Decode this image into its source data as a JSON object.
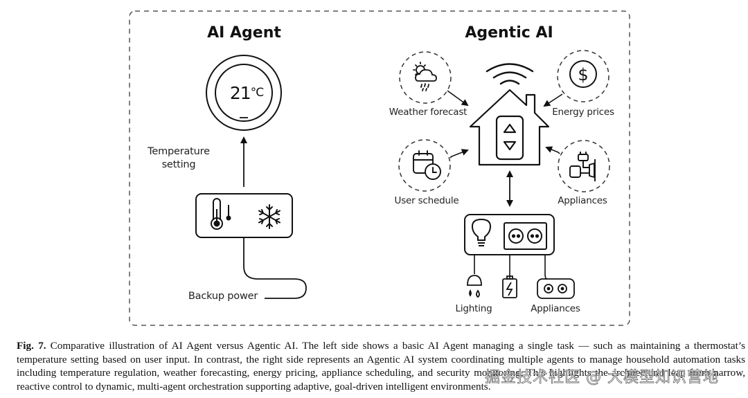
{
  "figure": {
    "left_panel": {
      "title": "AI Agent",
      "thermostat_display": {
        "value": "21",
        "unit": "°C"
      },
      "labels": {
        "temperature_setting_line1": "Temperature",
        "temperature_setting_line2": "setting",
        "backup_power": "Backup power"
      },
      "device_icons": [
        "thermometer-icon",
        "snowflake-icon"
      ]
    },
    "right_panel": {
      "title": "Agentic AI",
      "agents": [
        {
          "label": "Weather forecast",
          "icon": "weather-cloud-sun-rain-icon"
        },
        {
          "label": "Energy prices",
          "icon": "dollar-icon"
        },
        {
          "label": "User schedule",
          "icon": "calendar-clock-icon"
        },
        {
          "label": "Appliances",
          "icon": "plug-appliance-icon"
        }
      ],
      "hub": {
        "icon": "smart-home-icon",
        "controls": [
          "up-arrow",
          "down-arrow"
        ],
        "signal": "wifi-icon"
      },
      "power_strip": {
        "icons": [
          "light-bulb-icon",
          "outlet-icon",
          "outlet-icon"
        ]
      },
      "outputs": [
        {
          "label": "Lighting",
          "icon": "lamp-icon"
        },
        {
          "label": "",
          "icon": "battery-icon"
        },
        {
          "label": "Appliances",
          "icon": "socket-icon"
        }
      ]
    }
  },
  "caption": {
    "label": "Fig. 7.",
    "text": "Comparative illustration of AI Agent versus Agentic AI. The left side shows a basic AI Agent managing a single task — such as maintaining a thermostat’s temperature setting based on user input. In contrast, the right side represents an Agentic AI system coordinating multiple agents to manage household automation tasks including temperature regulation, weather forecasting, energy pricing, appliance scheduling, and security monitoring. This highlights the architectural leap from narrow, reactive control to dynamic, multi-agent orchestration supporting adaptive, goal-driven intelligent environments."
  },
  "watermark": "掘金技术社区 @ 大模型知识营地"
}
